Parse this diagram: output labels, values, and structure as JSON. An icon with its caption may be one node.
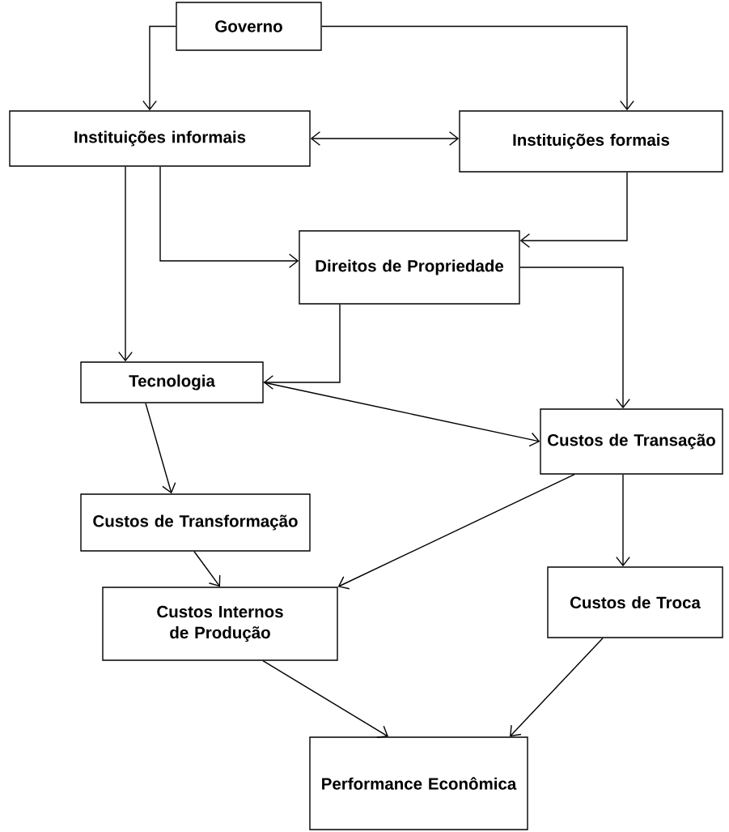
{
  "diagram": {
    "nodes": [
      {
        "text": [
          "Governo"
        ]
      },
      {
        "text": [
          "Instituições informais"
        ]
      },
      {
        "text": [
          "Instituições formais"
        ]
      },
      {
        "text": [
          "Direitos de Propriedade"
        ]
      },
      {
        "text": [
          "Tecnologia"
        ]
      },
      {
        "text": [
          "Custos de Transação"
        ]
      },
      {
        "text": [
          "Custos de Transformação"
        ]
      },
      {
        "text": [
          "Custos Internos de Produção"
        ]
      },
      {
        "text": [
          "Custos de Troca"
        ]
      },
      {
        "text": [
          "Performance Econômica"
        ]
      }
    ],
    "edges": [
      {
        "from": 0,
        "to": 1,
        "arrow": "to"
      },
      {
        "from": 0,
        "to": 2,
        "arrow": "to"
      },
      {
        "from": 1,
        "to": 2,
        "arrow": "both"
      },
      {
        "from": 1,
        "to": 3,
        "arrow": "to"
      },
      {
        "from": 1,
        "to": 4,
        "arrow": "to"
      },
      {
        "from": 2,
        "to": 3,
        "arrow": "to"
      },
      {
        "from": 3,
        "to": 4,
        "arrow": "to"
      },
      {
        "from": 3,
        "to": 5,
        "arrow": "to"
      },
      {
        "from": 4,
        "to": 5,
        "arrow": "to"
      },
      {
        "from": 4,
        "to": 6,
        "arrow": "to"
      },
      {
        "from": 5,
        "to": 7,
        "arrow": "to"
      },
      {
        "from": 5,
        "to": 8,
        "arrow": "to"
      },
      {
        "from": 6,
        "to": 7,
        "arrow": "to"
      },
      {
        "from": 7,
        "to": 9,
        "arrow": "to"
      },
      {
        "from": 8,
        "to": 9,
        "arrow": "to"
      }
    ]
  }
}
